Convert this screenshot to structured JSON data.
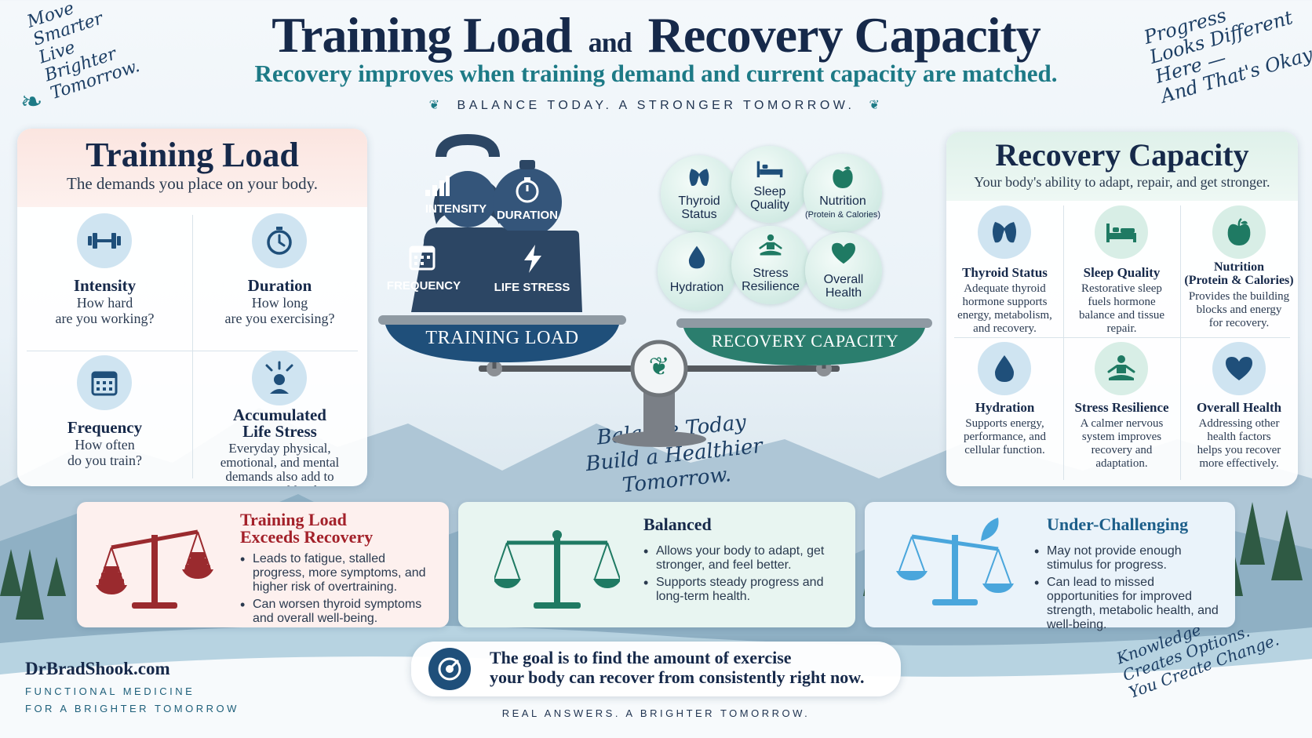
{
  "header": {
    "title_part1": "Training Load",
    "title_and": "and",
    "title_part2": "Recovery Capacity",
    "subtitle": "Recovery improves when training demand and current capacity are matched.",
    "tagline": "BALANCE TODAY. A STRONGER TOMORROW."
  },
  "notes": {
    "top_left": "Move\nSmarter\nLive\nBrighter\nTomorrow.",
    "top_right": "Progress\nLooks Different\nHere —\nAnd That's Okay.",
    "center": "Balance Today\nBuild a Healthier Tomorrow.",
    "bottom_right": "Knowledge\nCreates Options.\nYou Create Change."
  },
  "training_load": {
    "title": "Training Load",
    "subtitle": "The demands you place on your body.",
    "items": [
      {
        "icon": "dumbbell-icon",
        "title": "Intensity",
        "desc": "How hard\nare you working?"
      },
      {
        "icon": "stopwatch-icon",
        "title": "Duration",
        "desc": "How long\nare you exercising?"
      },
      {
        "icon": "calendar-icon",
        "title": "Frequency",
        "desc": "How often\ndo you train?"
      },
      {
        "icon": "stress-icon",
        "title": "Accumulated\nLife Stress",
        "desc": "Everyday physical,\nemotional, and mental\ndemands also add to\nyour total load."
      }
    ]
  },
  "scale": {
    "weights": [
      "INTENSITY",
      "DURATION",
      "FREQUENCY",
      "LIFE STRESS"
    ],
    "left_pan": "TRAINING LOAD",
    "right_pan": "RECOVERY CAPACITY",
    "bubbles": [
      {
        "label": "Thyroid\nStatus",
        "small": ""
      },
      {
        "label": "Sleep\nQuality",
        "small": ""
      },
      {
        "label": "Nutrition",
        "small": "(Protein & Calories)"
      },
      {
        "label": "Hydration",
        "small": ""
      },
      {
        "label": "Stress\nResilience",
        "small": ""
      },
      {
        "label": "Overall\nHealth",
        "small": ""
      }
    ]
  },
  "recovery_capacity": {
    "title": "Recovery Capacity",
    "subtitle": "Your body's ability to adapt, repair, and get stronger.",
    "items": [
      {
        "icon": "thyroid-icon",
        "title": "Thyroid Status",
        "desc": "Adequate thyroid\nhormone supports\nenergy, metabolism,\nand recovery."
      },
      {
        "icon": "bed-icon",
        "title": "Sleep Quality",
        "desc": "Restorative sleep\nfuels hormone\nbalance and tissue\nrepair."
      },
      {
        "icon": "apple-icon",
        "title": "Nutrition\n(Protein & Calories)",
        "desc": "Provides the building\nblocks and energy\nfor recovery."
      },
      {
        "icon": "water-drop-icon",
        "title": "Hydration",
        "desc": "Supports energy,\nperformance, and\ncellular function."
      },
      {
        "icon": "meditation-icon",
        "title": "Stress Resilience",
        "desc": "A calmer nervous\nsystem improves\nrecovery and\nadaptation."
      },
      {
        "icon": "heart-icon",
        "title": "Overall Health",
        "desc": "Addressing other\nhealth factors\nhelps you recover\nmore effectively."
      }
    ]
  },
  "outcomes": [
    {
      "title": "Training Load\nExceeds Recovery",
      "color": "#a3212a",
      "bullets": [
        "Leads to fatigue, stalled progress, more symptoms, and higher risk of overtraining.",
        "Can worsen thyroid symptoms and overall well-being."
      ]
    },
    {
      "title": "Balanced",
      "color": "#16294a",
      "bullets": [
        "Allows your body to adapt, get stronger, and feel better.",
        "Supports steady progress and long-term health."
      ]
    },
    {
      "title": "Under-Challenging",
      "color": "#1d5f8a",
      "bullets": [
        "May not provide enough stimulus for progress.",
        "Can lead to missed opportunities for improved strength, metabolic health, and well-being."
      ]
    }
  ],
  "goal": {
    "text": "The goal is to find the amount of exercise\nyour body can recover from consistently right now."
  },
  "footer": {
    "site": "DrBradShook.com",
    "line1": "FUNCTIONAL MEDICINE",
    "line2": "FOR A BRIGHTER TOMORROW",
    "center": "REAL ANSWERS. A BRIGHTER TOMORROW."
  },
  "colors": {
    "navy": "#16294a",
    "teal": "#1d7a86",
    "red": "#a3212a",
    "green": "#1f7a63",
    "blue": "#4aa6dc"
  }
}
